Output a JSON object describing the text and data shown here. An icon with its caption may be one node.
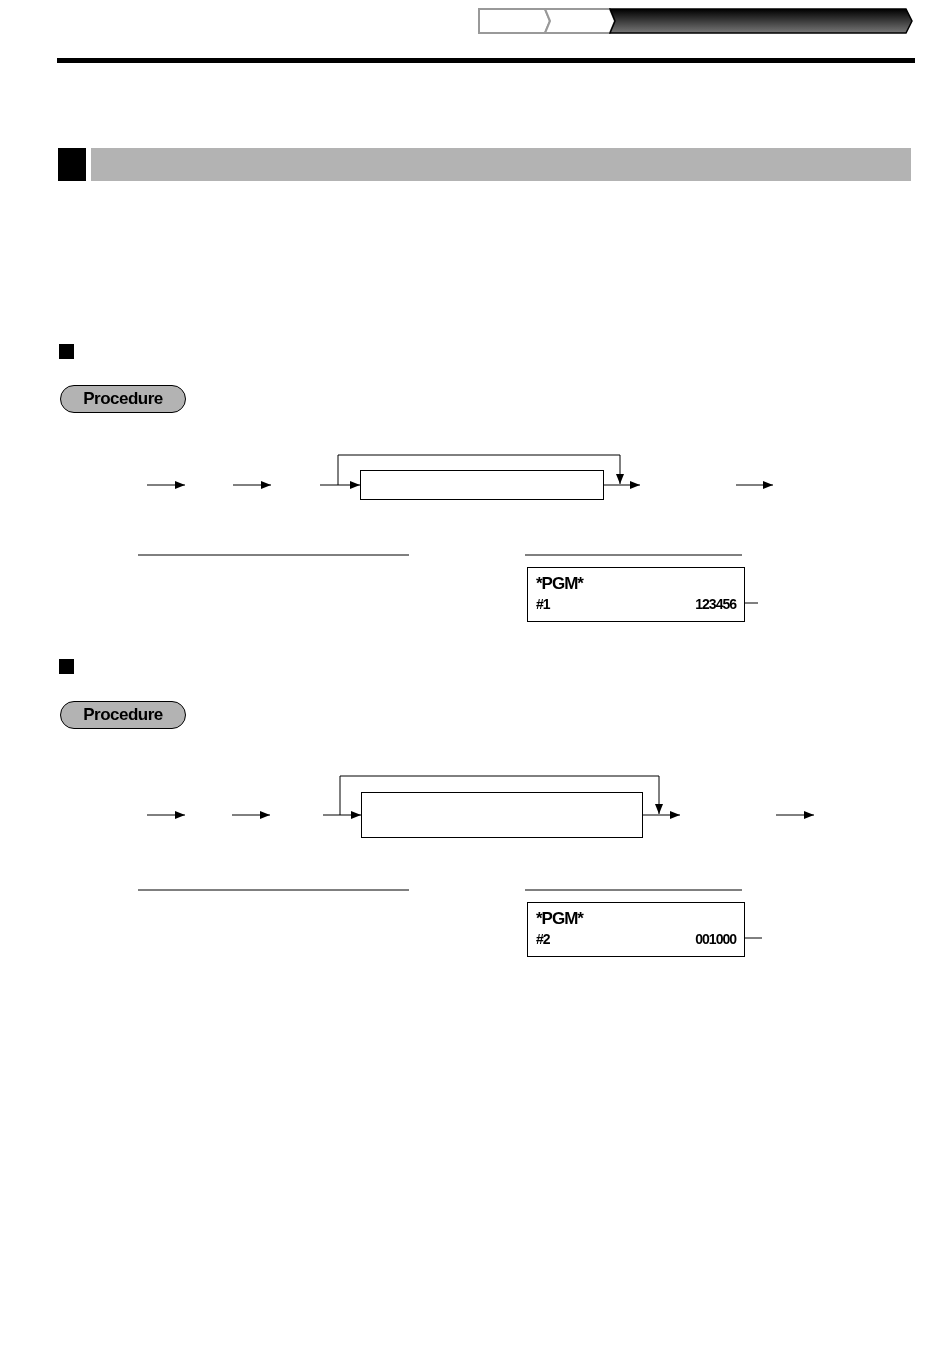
{
  "diagram": {
    "nodes": [
      {
        "text": [],
        "shape": "bar"
      },
      {
        "text": [
          "Procedure"
        ]
      },
      {
        "text": [],
        "shape": "box"
      },
      {
        "text": [
          "*PGM*",
          "#1",
          "123456"
        ]
      },
      {
        "text": [
          "Procedure"
        ]
      },
      {
        "text": [],
        "shape": "box"
      },
      {
        "text": [
          "*PGM*",
          "#2",
          "001000"
        ]
      }
    ],
    "edges": [
      {
        "from": null,
        "to": 2,
        "arrow": "to"
      },
      {
        "from": 2,
        "to": null,
        "arrow": "to"
      },
      {
        "from": 3,
        "to": null,
        "arrow": "none"
      },
      {
        "from": null,
        "to": 5,
        "arrow": "to"
      },
      {
        "from": 5,
        "to": null,
        "arrow": "to"
      },
      {
        "from": 6,
        "to": null,
        "arrow": "none"
      }
    ]
  }
}
